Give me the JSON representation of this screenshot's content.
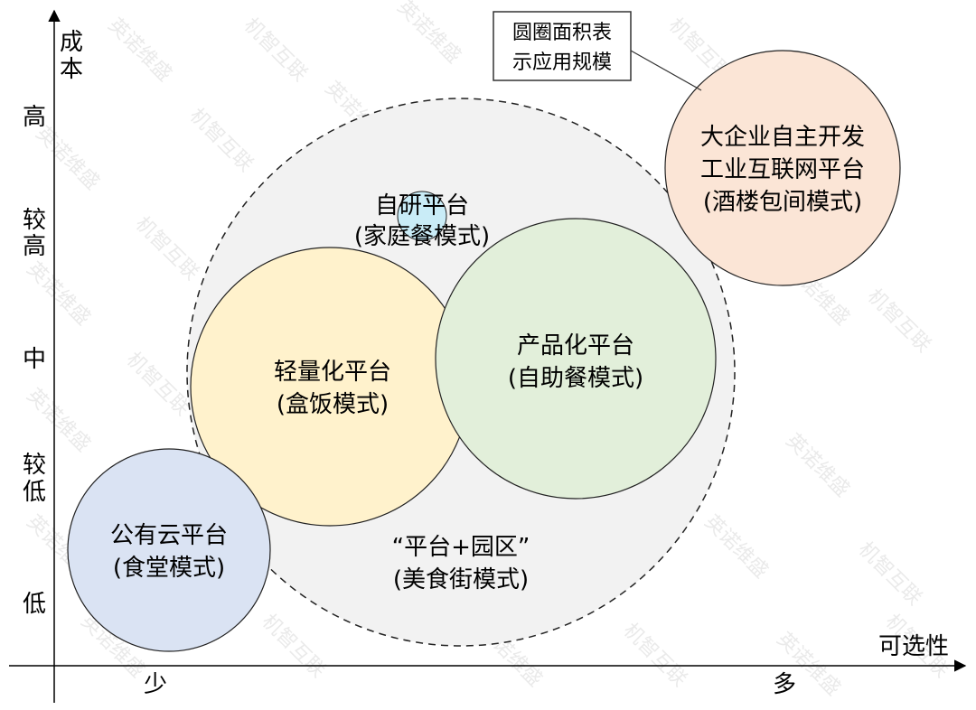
{
  "axes": {
    "y_title": [
      "成",
      "本"
    ],
    "x_title": "可选性",
    "y_levels": [
      [
        "高"
      ],
      [
        "较",
        "高"
      ],
      [
        "中"
      ],
      [
        "较",
        "低"
      ],
      [
        "低"
      ]
    ],
    "x_levels": [
      "少",
      "多"
    ]
  },
  "legend_note": [
    "圆圈面积表",
    "示应用规模"
  ],
  "bubbles": [
    {
      "id": "platform-park",
      "lines": [
        "“平台+园区”",
        "(美食街模式)"
      ],
      "fill": "#f2f2f2",
      "dashed": true
    },
    {
      "id": "self-developed",
      "lines": [
        "自研平台",
        "(家庭餐模式)"
      ],
      "fill": "#c9ecf7",
      "dashed": false
    },
    {
      "id": "lightweight",
      "lines": [
        "轻量化平台",
        "(盒饭模式)"
      ],
      "fill": "#fff2cc",
      "dashed": false
    },
    {
      "id": "productized",
      "lines": [
        "产品化平台",
        "(自助餐模式)"
      ],
      "fill": "#e2efda",
      "dashed": false
    },
    {
      "id": "public-cloud",
      "lines": [
        "公有云平台",
        "(食堂模式)"
      ],
      "fill": "#dae3f3",
      "dashed": false
    },
    {
      "id": "enterprise",
      "lines": [
        "大企业自主开发",
        "工业互联网平台",
        "(酒楼包间模式)"
      ],
      "fill": "#fbe5d6",
      "dashed": false
    }
  ],
  "watermark": [
    "英诺维盛",
    "机智互联"
  ]
}
